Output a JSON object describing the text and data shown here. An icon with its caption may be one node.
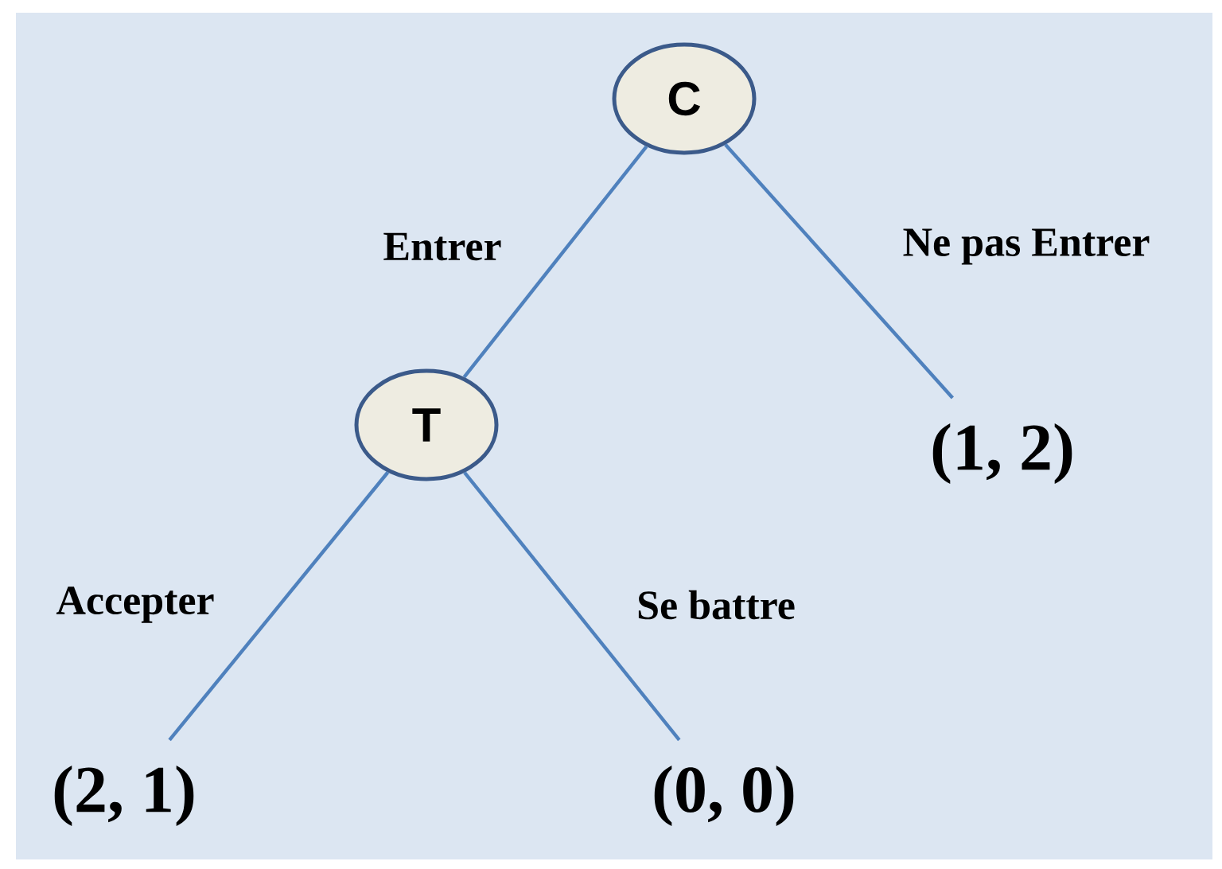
{
  "diagram": {
    "nodes": [
      {
        "text": [
          "C"
        ]
      },
      {
        "text": [
          "T"
        ]
      },
      {
        "text": [
          "(1, 2)"
        ]
      },
      {
        "text": [
          "(2, 1)"
        ]
      },
      {
        "text": [
          "(0, 0)"
        ]
      }
    ],
    "edges": [
      {
        "from": 0,
        "to": 1,
        "arrow": "none",
        "label": "Entrer"
      },
      {
        "from": 0,
        "to": 2,
        "arrow": "none",
        "label": "Ne pas Entrer"
      },
      {
        "from": 1,
        "to": 3,
        "arrow": "none",
        "label": "Accepter"
      },
      {
        "from": 1,
        "to": 4,
        "arrow": "none",
        "label": "Se battre"
      }
    ]
  }
}
